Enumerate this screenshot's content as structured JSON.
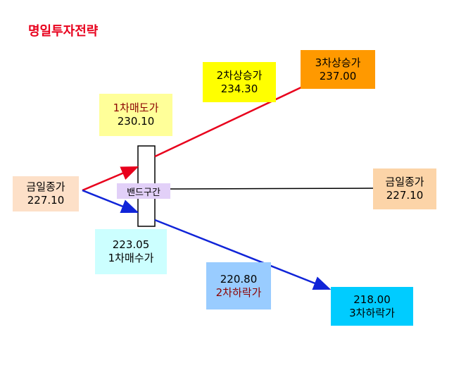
{
  "title": "명일투자전략",
  "nodes": {
    "today_close_left": {
      "label": "금일종가",
      "value": "227.10",
      "color": "#fde0c8"
    },
    "first_sell": {
      "label": "1차매도가",
      "value": "230.10",
      "color": "#ffff99"
    },
    "second_up": {
      "label": "2차상승가",
      "value": "234.30",
      "color": "#ffff00"
    },
    "third_up": {
      "label": "3차상승가",
      "value": "237.00",
      "color": "#ff9900"
    },
    "band": {
      "label": "밴드구간",
      "color": "#e2d0f8"
    },
    "today_close_right": {
      "label": "금일종가",
      "value": "227.10",
      "color": "#fcd4a8"
    },
    "first_buy": {
      "label": "1차매수가",
      "value": "223.05",
      "color": "#ccffff"
    },
    "second_down": {
      "label": "2차하락가",
      "value": "220.80",
      "color": "#99ccff"
    },
    "third_down": {
      "label": "3차하락가",
      "value": "218.00",
      "color": "#00ccff"
    }
  },
  "colors": {
    "title": "#e8001c",
    "up_arrow": "#e8001c",
    "down_arrow": "#1024d8",
    "band_line": "#000000"
  }
}
